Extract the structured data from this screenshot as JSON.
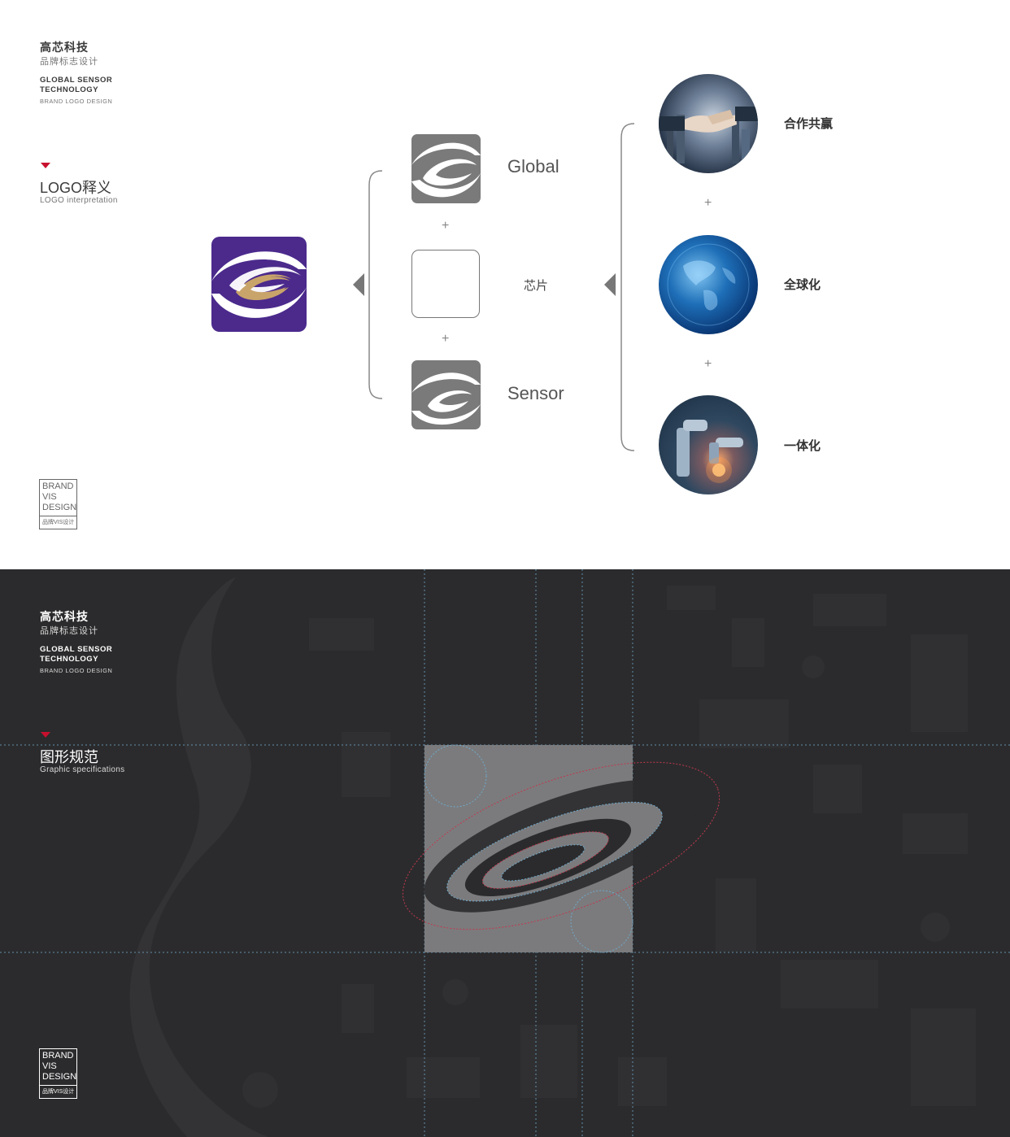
{
  "top": {
    "brand": {
      "name_cn": "高芯科技",
      "subtitle_cn": "品牌标志设计",
      "name_en_line1": "GLOBAL SENSOR",
      "name_en_line2": "TECHNOLOGY",
      "subtitle_en": "BRAND LOGO DESIGN"
    },
    "section": {
      "title": "LOGO释义",
      "subtitle": "LOGO interpretation"
    },
    "components": [
      {
        "label": "Global",
        "icon": "s-swoosh-icon"
      },
      {
        "label": "芯片",
        "icon": "chip-outline-icon"
      },
      {
        "label": "Sensor",
        "icon": "s-sensor-icon"
      }
    ],
    "concepts": [
      {
        "label": "合作共赢",
        "image": "handshake-photo"
      },
      {
        "label": "全球化",
        "image": "globe-photo"
      },
      {
        "label": "一体化",
        "image": "robot-arm-photo"
      }
    ],
    "plus": "+",
    "badge": {
      "line1": "BRAND",
      "line2": "VIS",
      "line3": "DESIGN",
      "foot": "品牌VIS设计"
    },
    "colors": {
      "logo_purple": "#4b2a8c",
      "logo_gold": "#c9a46a",
      "icon_gray": "#7a7a7a",
      "accent_red": "#c8102e"
    }
  },
  "bottom": {
    "brand": {
      "name_cn": "高芯科技",
      "subtitle_cn": "品牌标志设计",
      "name_en_line1": "GLOBAL SENSOR",
      "name_en_line2": "TECHNOLOGY",
      "subtitle_en": "BRAND LOGO DESIGN"
    },
    "section": {
      "title": "图形规范",
      "subtitle": "Graphic specifications"
    },
    "badge": {
      "line1": "BRAND",
      "line2": "VIS",
      "line3": "DESIGN",
      "foot": "品牌VIS设计"
    },
    "colors": {
      "background": "#2b2b2d",
      "guide_blue": "#6fa8c9",
      "guide_red": "#c0394d",
      "logo_fill": "#7b7b7d"
    }
  }
}
